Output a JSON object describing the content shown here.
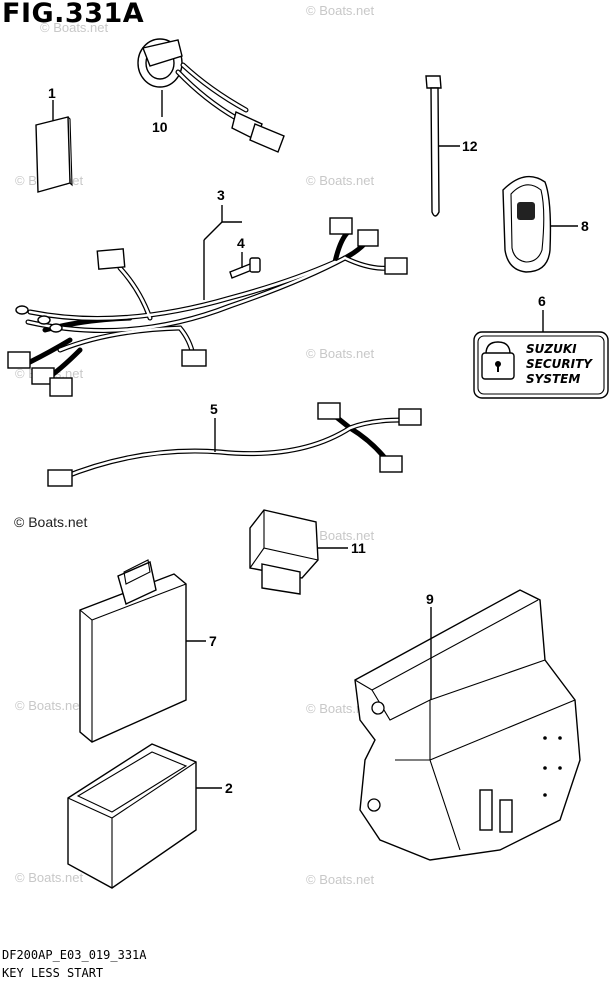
{
  "figure": {
    "title": "FIG.331A",
    "code": "DF200AP_E03_019_331A",
    "name": "KEY LESS START"
  },
  "watermark": {
    "text": "© Boats.net"
  },
  "callouts": {
    "p1": "1",
    "p2": "2",
    "p3": "3",
    "p4": "4",
    "p5": "5",
    "p6": "6",
    "p7": "7",
    "p8": "8",
    "p9": "9",
    "p10": "10",
    "p11": "11",
    "p12": "12"
  },
  "security_label": {
    "line1": "SUZUKI",
    "line2": "SECURITY",
    "line3": "SYSTEM"
  }
}
